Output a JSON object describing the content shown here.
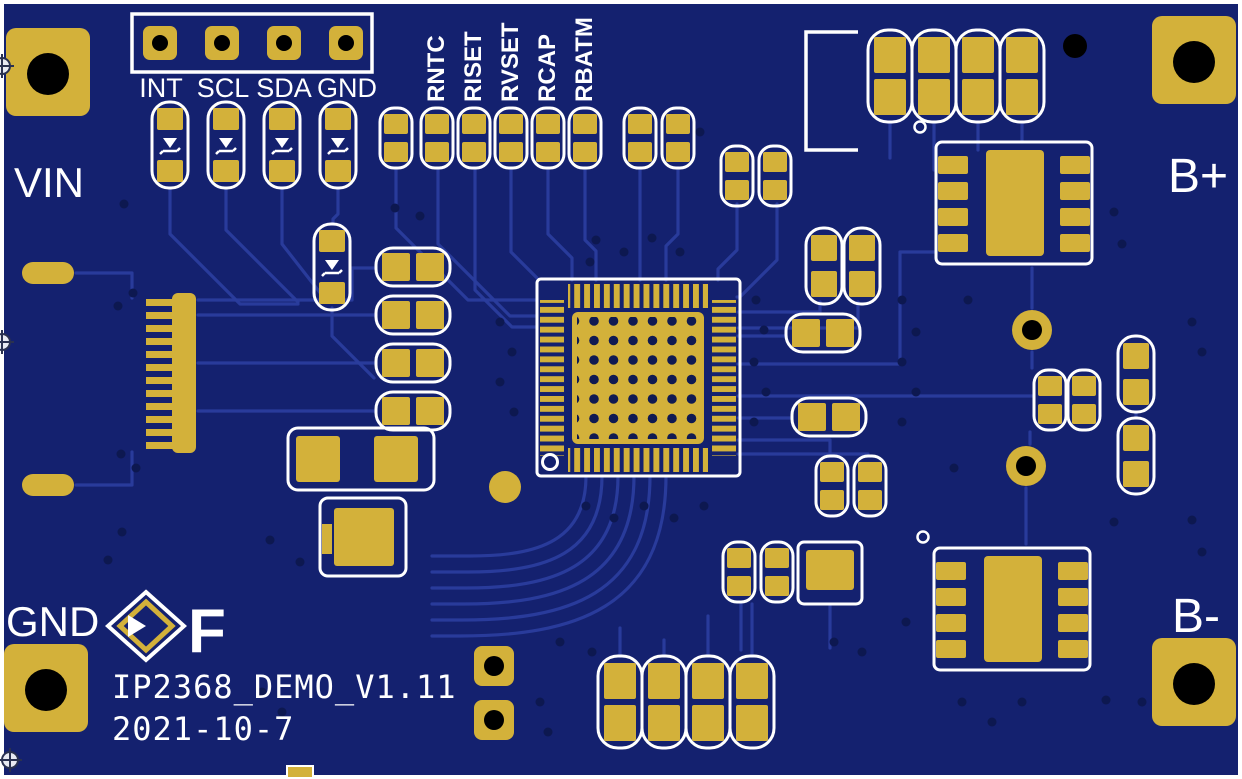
{
  "board": {
    "title": "IP2368_DEMO_V1.11",
    "date": "2021-10-7",
    "logo_letter": "F"
  },
  "terminals": {
    "vin": "VIN",
    "gnd": "GND",
    "b_plus": "B+",
    "b_minus": "B-"
  },
  "header": {
    "pins": [
      "INT",
      "SCL",
      "SDA",
      "GND"
    ]
  },
  "adjust_labels": [
    "RNTC",
    "RISET",
    "RVSET",
    "RCAP",
    "RBATM"
  ],
  "colors": {
    "board": "#14216f",
    "trace": "#2a3d9d",
    "pad": "#d3b13a",
    "silkscreen": "#ffffff",
    "hole": "#000000",
    "via": "#0d1850"
  }
}
